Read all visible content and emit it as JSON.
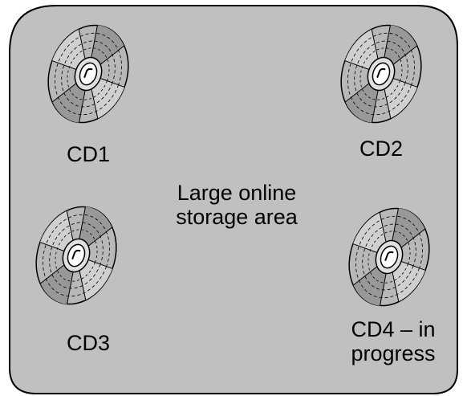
{
  "storage_area": {
    "label_line1": "Large online",
    "label_line2": "storage area",
    "fill_color": "#c0c0c0",
    "border_color": "#000000"
  },
  "discs": [
    {
      "label_line1": "CD1",
      "label_line2": ""
    },
    {
      "label_line1": "CD2",
      "label_line2": ""
    },
    {
      "label_line1": "CD3",
      "label_line2": ""
    },
    {
      "label_line1": "CD4 – in",
      "label_line2": "progress"
    }
  ],
  "disc_colors": {
    "light": "#c8c8c8",
    "mid": "#a8a8a8",
    "dark": "#888888",
    "outline": "#000000"
  }
}
